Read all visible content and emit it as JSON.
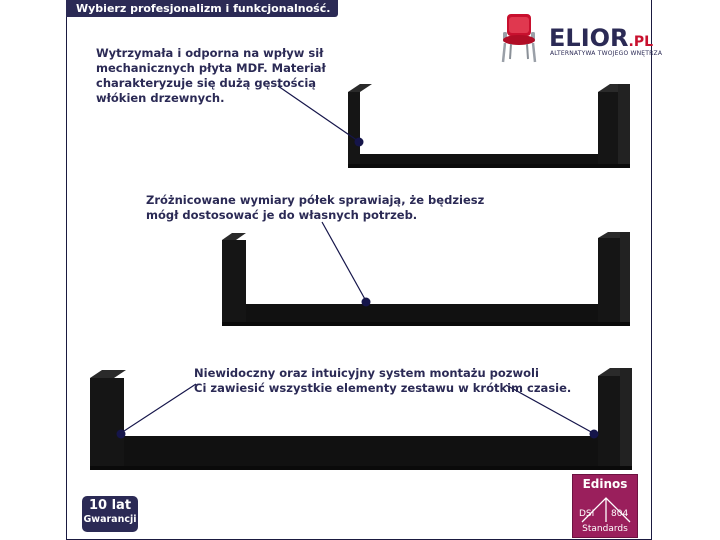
{
  "banner": {
    "text": "Wybierz profesjonalizm i funkcjonalność."
  },
  "logo": {
    "name": "ELIOR",
    "tld": ".PL",
    "tagline": "ALTERNATYWA TWOJEGO WNĘTRZA",
    "icon": "chair-icon"
  },
  "descriptions": {
    "first": {
      "lines": [
        "Wytrzymała i odporna na wpływ sił",
        "mechanicznych płyta MDF. Materiał",
        "charakteryzuje się dużą gęstością",
        "włókien drzewnych."
      ]
    },
    "second": {
      "lines": [
        "Zróżnicowane wymiary półek sprawiają, że będziesz",
        "mógł dostosować je do własnych potrzeb."
      ]
    },
    "third": {
      "lines": [
        "Niewidoczny oraz intuicyjny system montażu pozwoli",
        "Ci zawiesić wszystkie elementy zestawu w krótkim czasie."
      ]
    }
  },
  "warranty_badge": {
    "years": "10 lat",
    "label": "Gwarancji"
  },
  "certification_badge": {
    "brand": "Edinos",
    "left": "DSI",
    "number": "804",
    "standards": "Standards"
  },
  "colors": {
    "brand_navy": "#2b2a55",
    "shelf_black": "#111111",
    "marker_navy": "#15154a",
    "cert_plum": "#9a1f5c",
    "logo_accent": "#c8102e"
  }
}
